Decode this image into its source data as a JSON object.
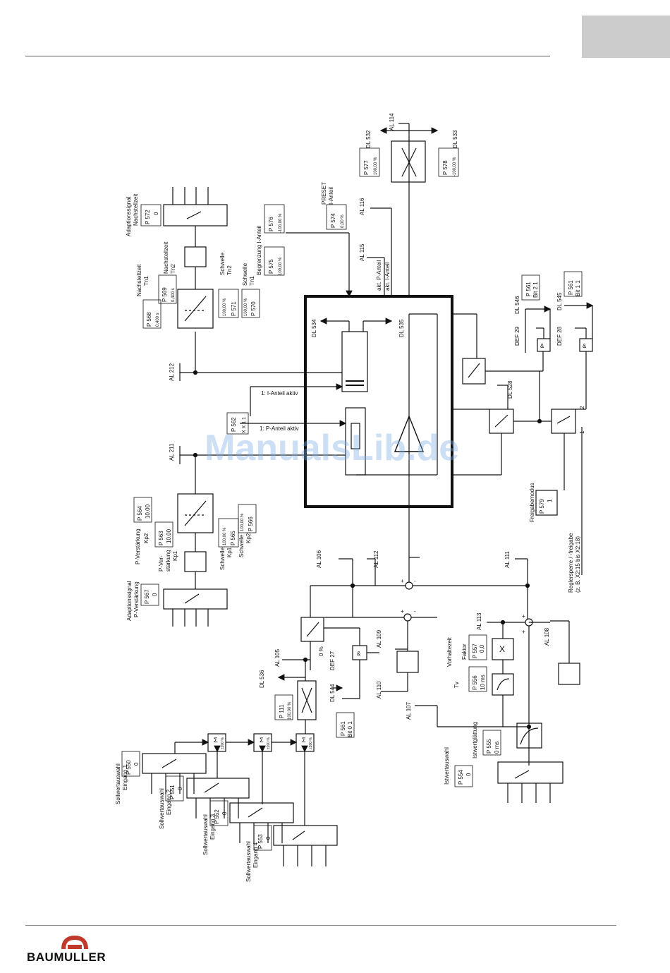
{
  "brand": {
    "logo_text": "BAUMULLER"
  },
  "watermark": "ManualsLib.de",
  "signals": {
    "al114": "AL 114",
    "dl532": "DL 532",
    "dl533": "DL 533",
    "al116": "AL 116",
    "al115": "AL 115",
    "al212": "AL 212",
    "al211": "AL 211",
    "dl534": "DL 534",
    "dl535": "DL 535",
    "dl546": "DL 546",
    "dl545": "DL 545",
    "def29": "DEF 29",
    "def28": "DEF 28",
    "dl528": "DL 528",
    "al106": "AL 106",
    "al112": "AL 112",
    "al111": "AL 111",
    "al113": "AL 113",
    "al109": "AL 109",
    "al110": "AL 110",
    "al107": "AL 107",
    "al108": "AL 108",
    "al105": "AL 105",
    "dl536": "DL 536",
    "dl544": "DL 544",
    "def27": "DEF 27"
  },
  "params": {
    "p577": {
      "id": "P 577",
      "val": "100,00 %"
    },
    "p578": {
      "id": "P 578",
      "val": "-100,00 %"
    },
    "p574": {
      "id": "P 574",
      "val": "0,00 %",
      "label1": "PRESET",
      "label2": "I-Anteil"
    },
    "p576": {
      "id": "P 576",
      "val": "-100,00 %"
    },
    "p575": {
      "id": "P 575",
      "val": "100,00 %"
    },
    "p572": {
      "id": "P 572",
      "val": "0",
      "label1": "Adaptionssignal",
      "label2": "Nachstellzeit"
    },
    "p568": {
      "id": "P 568",
      "val": "0,400 s",
      "label1": "Nachstellzeit",
      "label2": "Tn1"
    },
    "p569": {
      "id": "P 569",
      "val": "0,400 s",
      "label1": "Nachstellzeit",
      "label2": "Tn2"
    },
    "p571": {
      "id": "P 571",
      "val": "100,00 %",
      "label1": "Schwelle",
      "label2": "Tn2"
    },
    "p570": {
      "id": "P 570",
      "val": "100,00 %",
      "label1": "Schwelle",
      "label2": "Tn1"
    },
    "p562": {
      "id": "P 562",
      "val": "X X 1 1"
    },
    "p564": {
      "id": "P 564",
      "val": "10,00",
      "label1": "P-Verstärkung",
      "label2": "Kp2"
    },
    "p563": {
      "id": "P 563",
      "val": "10,00",
      "label1": "P-Ver-",
      "label2": "stärkung",
      "label3": "Kp1"
    },
    "p565": {
      "id": "P 565",
      "val": "100,00 %",
      "label1": "Schwelle",
      "label2": "Kp1"
    },
    "p566": {
      "id": "P 566",
      "val": "100,00 %",
      "label1": "Schwelle",
      "label2": "Kp2"
    },
    "p567": {
      "id": "P 567",
      "val": "0",
      "label1": "Adaptionssignal",
      "label2": "P-Verstärkung"
    },
    "p561a": {
      "id": "P 561",
      "val": "Bit  2 1"
    },
    "p561b": {
      "id": "P 561",
      "val": "Bit  1 1"
    },
    "p561c": {
      "id": "P 561",
      "val": "Bit 0 1"
    },
    "p579": {
      "id": "P 579",
      "val": "1",
      "label1": "Freigabemodus"
    },
    "p557": {
      "id": "P 557",
      "val": "0,0",
      "label1": "Faktor"
    },
    "p556": {
      "id": "P 556",
      "val": "10 ms",
      "label1": "Vorhaltezeit",
      "label2": "Tv"
    },
    "p555": {
      "id": "P 555",
      "val": "0 ms",
      "label1": "Istwertglättung"
    },
    "p554": {
      "id": "P 554",
      "val": "0",
      "label1": "Istwertauswahl"
    },
    "p111": {
      "id": "P 111",
      "val": "100,00 %"
    },
    "p550": {
      "id": "P 550",
      "val": "0",
      "label1": "Sollwertauswahl",
      "label2": "Eingang 1"
    },
    "p551": {
      "id": "P 551",
      "val": "0",
      "label1": "Sollwertauswahl",
      "label2": "Eingang 2"
    },
    "p552": {
      "id": "P 552",
      "val": "0",
      "label1": "Sollwertauswahl",
      "label2": "Eingang 3"
    },
    "p553": {
      "id": "P 553",
      "val": "0",
      "label1": "Sollwertauswahl",
      "label2": "Eingang 4"
    }
  },
  "labels": {
    "begrenzung": "Begrenzung I-Anteil",
    "akt_p": "akt. P-Anteil",
    "akt_i": "akt. I-Anteil",
    "i_aktiv": "1: I-Anteil aktiv",
    "p_aktiv": "1: P-Anteil aktiv",
    "reglersperre1": "Reglersperre / -freigabe",
    "reglersperre2": "(z. B. X2:15 bis X2:18)",
    "zero_pct": "0 %",
    "and": "&",
    "mult": "X",
    "sigma": "Σ",
    "sum_limit": "±200 %",
    "num1": "1",
    "num2": "2",
    "plus": "+",
    "minus": "-"
  }
}
